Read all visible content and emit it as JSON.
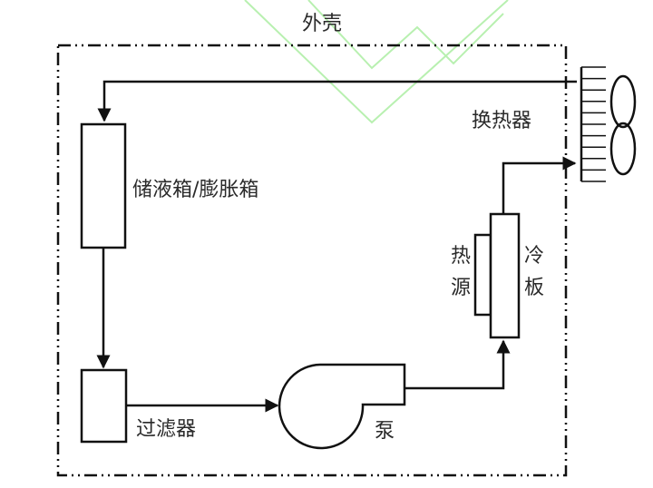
{
  "diagram": {
    "enclosure_label": "外壳",
    "components": {
      "reservoir": "储液箱/膨胀箱",
      "filter": "过滤器",
      "pump": "泵",
      "heat_source_chars": [
        "热",
        "源"
      ],
      "cold_plate_chars": [
        "冷",
        "板"
      ],
      "heat_exchanger": "换热器"
    },
    "flow": [
      "换热器",
      "储液箱/膨胀箱",
      "过滤器",
      "泵",
      "冷板",
      "换热器"
    ]
  },
  "colors": {
    "line": "#111111",
    "text": "#2a2a2a",
    "watermark": "#b8f0b0"
  }
}
